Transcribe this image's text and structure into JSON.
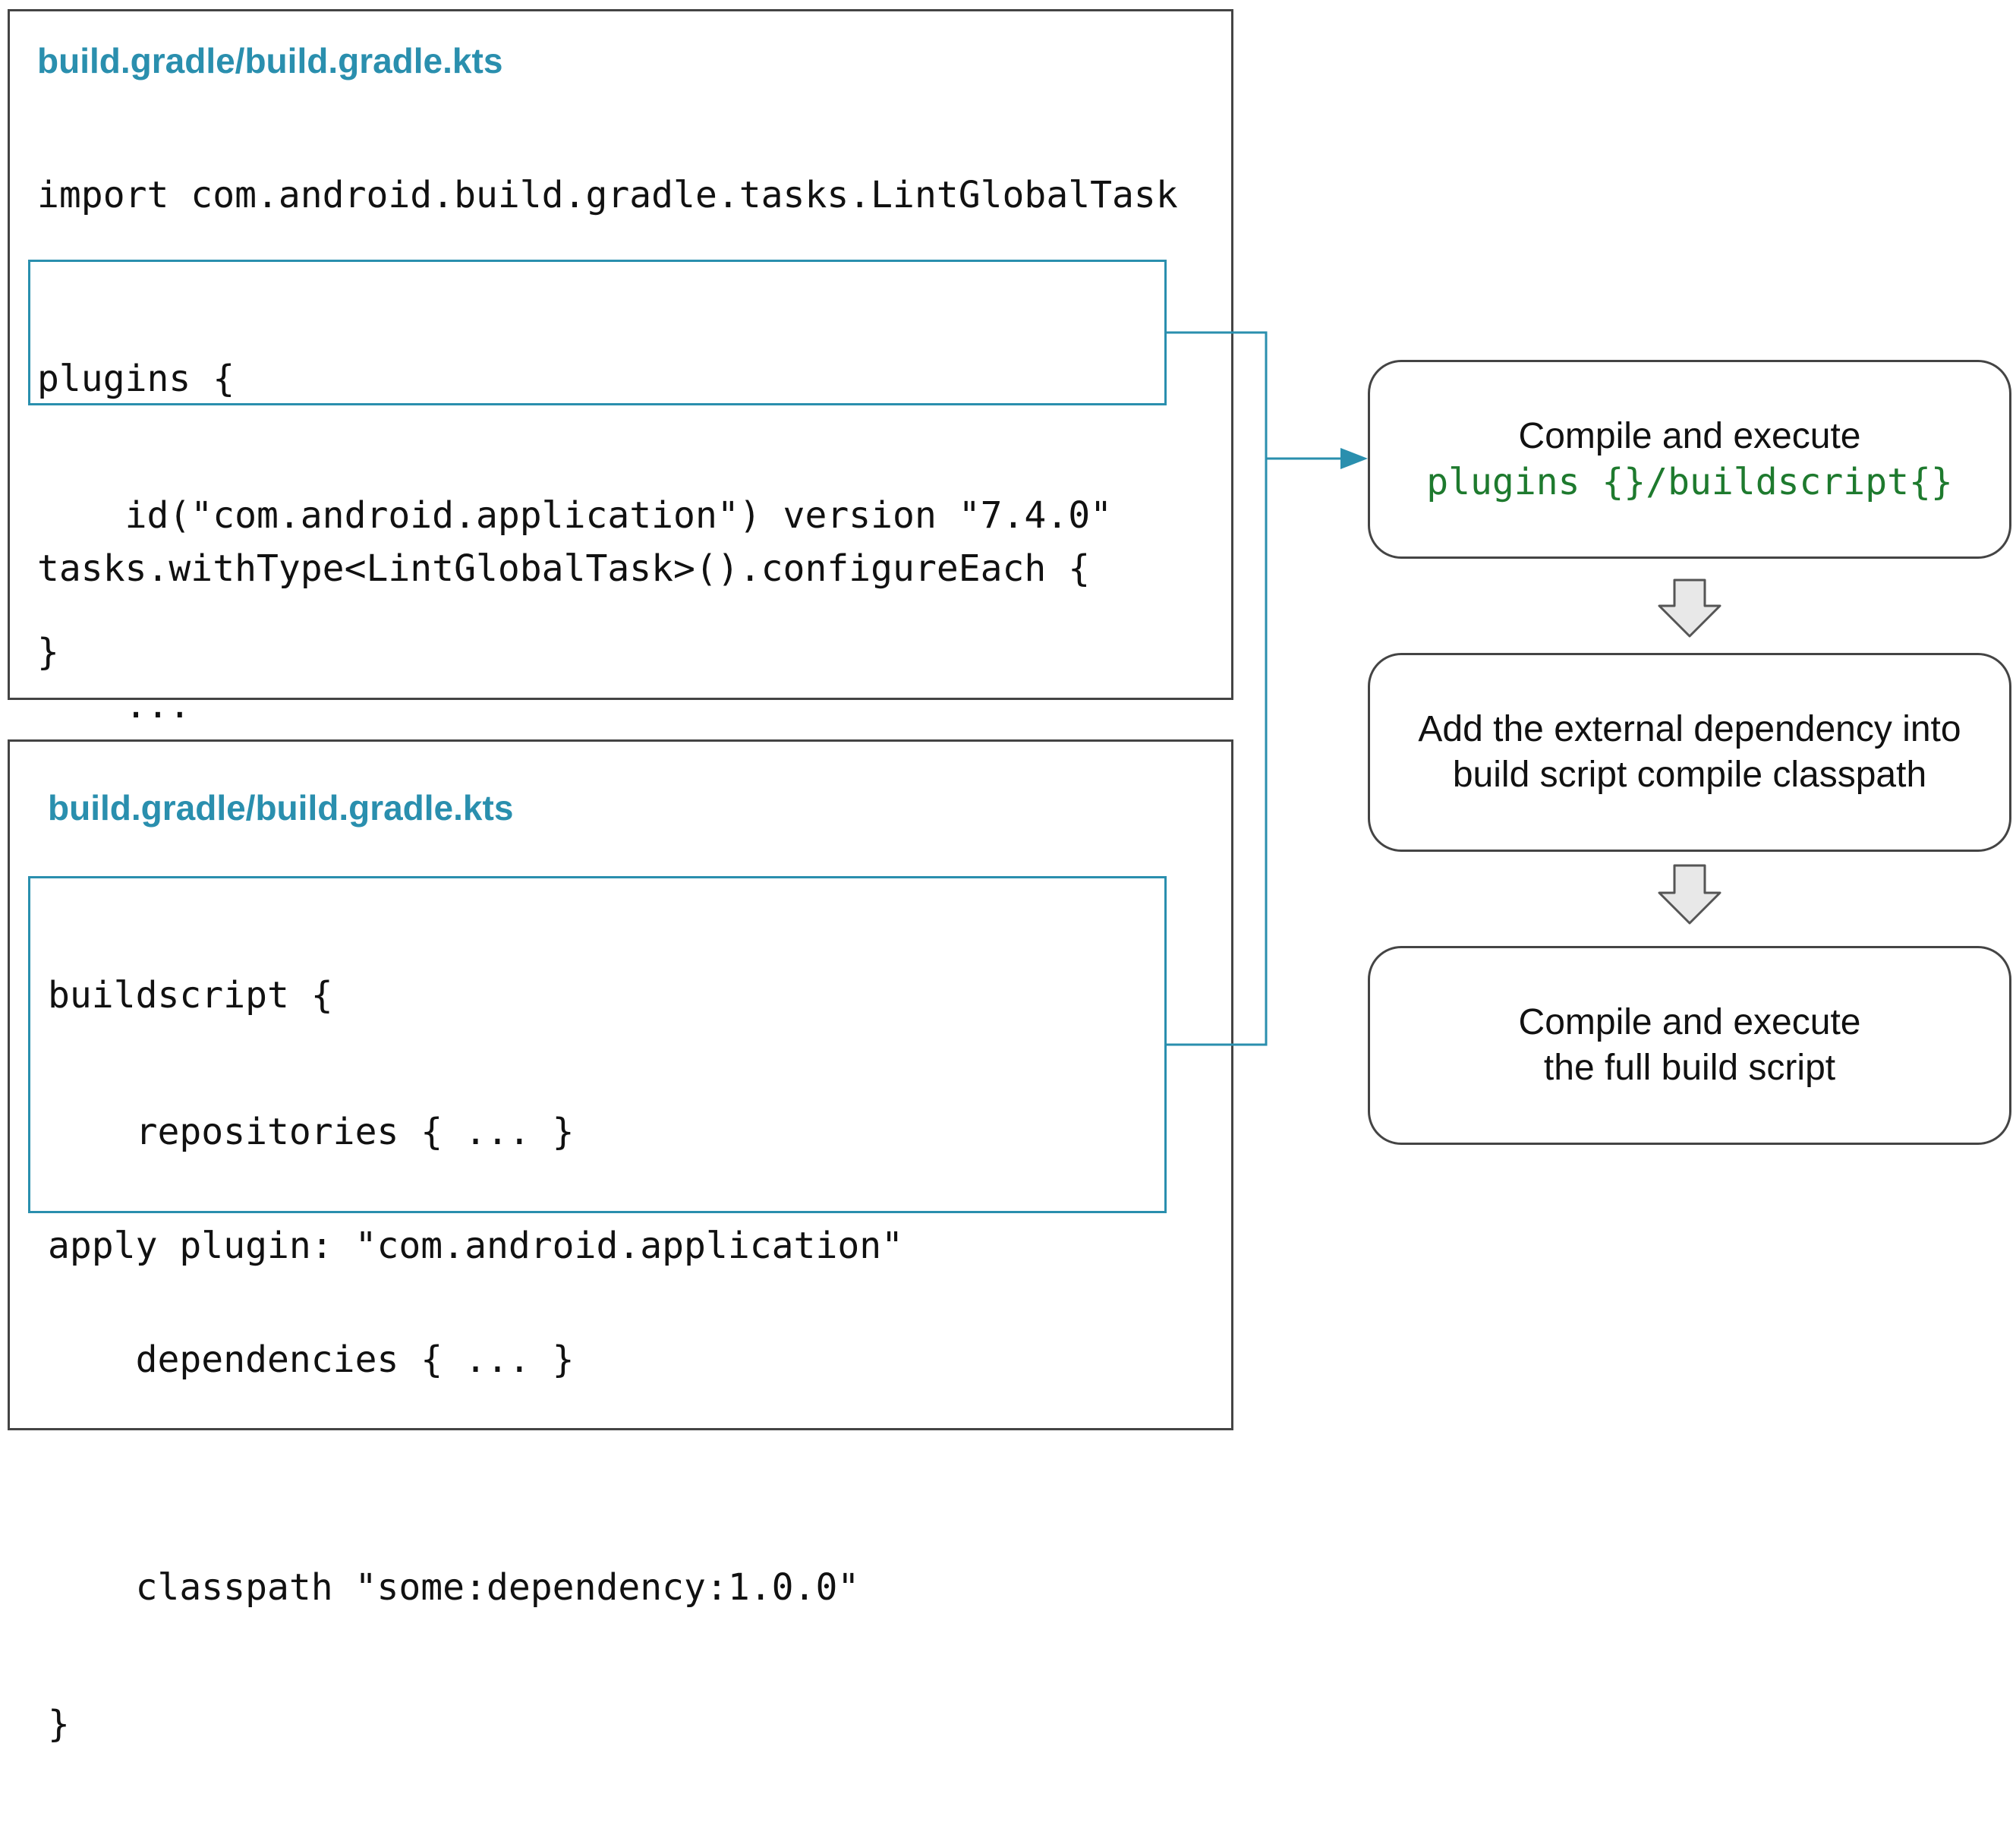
{
  "panel_top": {
    "title": "build.gradle/build.gradle.kts",
    "import_line": "import com.android.build.gradle.tasks.LintGlobalTask",
    "plugins_block": [
      "plugins {",
      "    id(\"com.android.application\") version \"7.4.0\"",
      "}"
    ],
    "tasks_block": [
      "tasks.withType<LintGlobalTask>().configureEach {",
      "    ...",
      "}"
    ]
  },
  "panel_bottom": {
    "title": "build.gradle/build.gradle.kts",
    "buildscript_block": [
      "buildscript {",
      "    repositories { ... }",
      "",
      "    dependencies { ... }",
      "",
      "    classpath \"some:dependency:1.0.0\"",
      "}"
    ],
    "apply_line": "apply plugin: \"com.android.application\""
  },
  "steps": [
    {
      "line1": "Compile and execute",
      "line2_code": "plugins {}/buildscript{}"
    },
    {
      "line1": "Add the external dependency into",
      "line2": "build script compile classpath"
    },
    {
      "line1": "Compile and execute",
      "line2": "the full build script"
    }
  ],
  "colors": {
    "accent": "#2a8fae",
    "code_green": "#1e7a2e",
    "border": "#444444",
    "arrow_fill": "#e8e8e8"
  }
}
